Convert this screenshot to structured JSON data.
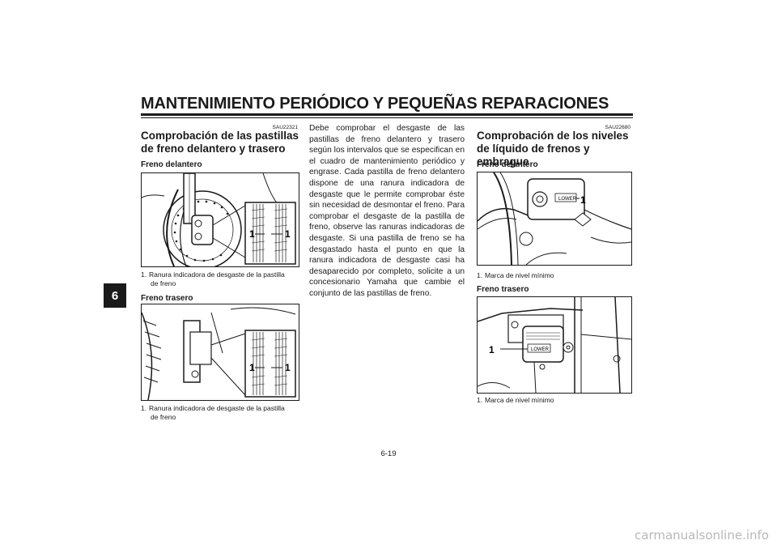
{
  "header": {
    "title": "MANTENIMIENTO PERIÓDICO Y PEQUEÑAS REPARACIONES"
  },
  "chapter_tab": "6",
  "left": {
    "code": "SAU22321",
    "title": "Comprobación de las pastillas de freno delantero y trasero",
    "front": {
      "label": "Freno delantero",
      "callout_left": "1",
      "callout_right": "1",
      "caption_num": "1.",
      "caption_line1": "Ranura indicadora de desgaste de la pastilla",
      "caption_line2": "de freno"
    },
    "rear": {
      "label": "Freno trasero",
      "callout_left": "1",
      "callout_right": "1",
      "caption_num": "1.",
      "caption_line1": "Ranura indicadora de desgaste de la pastilla",
      "caption_line2": "de freno"
    }
  },
  "middle": {
    "paragraph": "Debe comprobar el desgaste de las pastillas de freno delantero y trasero según los intervalos que se especifican en el cuadro de mantenimiento periódico y engrase. Cada pastilla de freno delantero dispone de una ranura indicadora de desgaste que le permite comprobar éste sin necesidad de desmontar el freno. Para comprobar el desgaste de la pastilla de freno, observe las ranuras indicadoras de desgaste. Si una pastilla de freno se ha desgastado hasta el punto en que la ranura indicadora de desgaste casi ha desaparecido por completo, solicite a un concesionario Yamaha que cambie el conjunto de las pastillas de freno."
  },
  "right": {
    "code": "SAU22680",
    "title": "Comprobación de los niveles de líquido de frenos y embrague",
    "front": {
      "label": "Freno delantero",
      "lower_label": "LOWER",
      "callout": "1",
      "caption_num": "1.",
      "caption": "Marca de nivel mínimo"
    },
    "rear": {
      "label": "Freno trasero",
      "lower_label": "LOWER",
      "callout": "1",
      "caption_num": "1.",
      "caption": "Marca de nivel mínimo"
    }
  },
  "footer": {
    "page_number": "6-19"
  },
  "watermark": "carmanualsonline.info"
}
